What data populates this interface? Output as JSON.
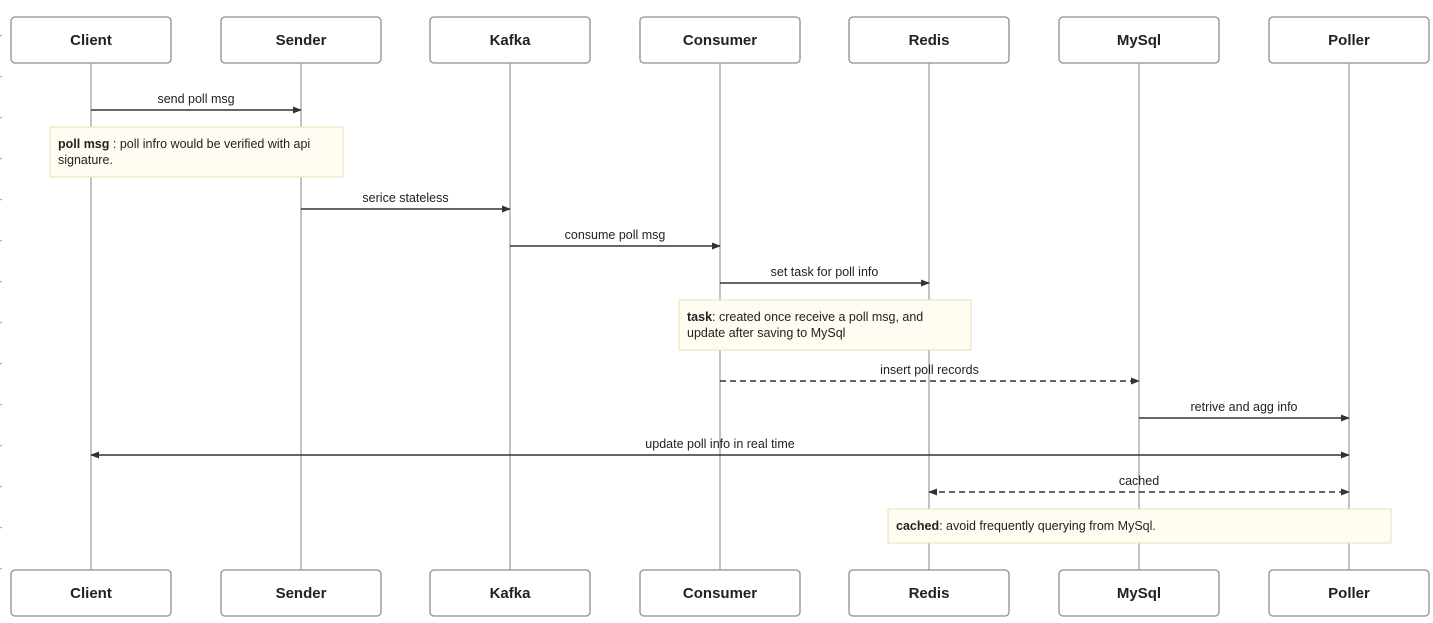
{
  "participants": [
    {
      "id": "client",
      "label": "Client"
    },
    {
      "id": "sender",
      "label": "Sender"
    },
    {
      "id": "kafka",
      "label": "Kafka"
    },
    {
      "id": "consumer",
      "label": "Consumer"
    },
    {
      "id": "redis",
      "label": "Redis"
    },
    {
      "id": "mysql",
      "label": "MySql"
    },
    {
      "id": "poller",
      "label": "Poller"
    }
  ],
  "messages": [
    {
      "id": "m1",
      "from": "client",
      "to": "sender",
      "label": "send poll msg",
      "style": "solid",
      "bidirectional": false
    },
    {
      "id": "m2",
      "from": "sender",
      "to": "kafka",
      "label": "serice stateless",
      "style": "solid",
      "bidirectional": false
    },
    {
      "id": "m3",
      "from": "kafka",
      "to": "consumer",
      "label": "consume poll msg",
      "style": "solid",
      "bidirectional": false
    },
    {
      "id": "m4",
      "from": "consumer",
      "to": "redis",
      "label": "set task for poll info",
      "style": "solid",
      "bidirectional": false
    },
    {
      "id": "m5",
      "from": "consumer",
      "to": "mysql",
      "label": "insert poll records",
      "style": "dashed",
      "bidirectional": false
    },
    {
      "id": "m6",
      "from": "mysql",
      "to": "poller",
      "label": "retrive and agg info",
      "style": "solid",
      "bidirectional": false
    },
    {
      "id": "m7",
      "from": "client",
      "to": "poller",
      "label": "update poll info in real time",
      "style": "solid",
      "bidirectional": true
    },
    {
      "id": "m8",
      "from": "redis",
      "to": "poller",
      "label": "cached",
      "style": "dashed",
      "bidirectional": true
    }
  ],
  "notes": [
    {
      "id": "n1",
      "bold": "poll msg",
      "lines": [
        " : poll infro would be verified with api",
        "signature."
      ]
    },
    {
      "id": "n2",
      "bold": "task",
      "lines": [
        ": created once receive a poll msg, and",
        "update after saving to MySql"
      ]
    },
    {
      "id": "n3",
      "bold": "cached",
      "lines": [
        ": avoid frequently querying from MySql."
      ]
    }
  ],
  "colors": {
    "note_fill": "#fffdf1",
    "note_border": "#e6dfb8",
    "actor_border": "#8f8f8f",
    "lifeline": "#9a9a9a",
    "arrow": "#333333"
  }
}
